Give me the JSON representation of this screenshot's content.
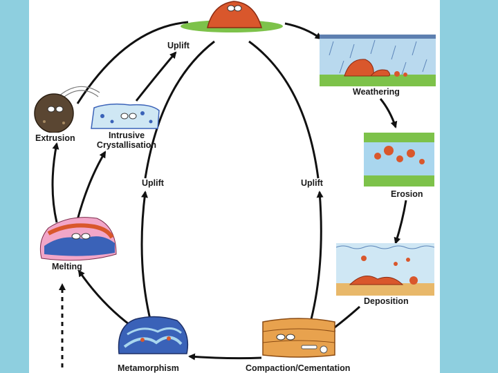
{
  "diagram": {
    "stages": {
      "weathering": "Weathering",
      "erosion": "Erosion",
      "deposition": "Deposition",
      "compaction": "Compaction/Cementation",
      "metamorphism": "Metamorphism",
      "melting": "Melting",
      "extrusion": "Extrusion",
      "intrusive": "Intrusive Crystallisation",
      "intrusive_line1": "Intrusive",
      "intrusive_line2": "Crystallisation"
    },
    "uplift_labels": [
      "Uplift",
      "Uplift",
      "Uplift"
    ],
    "colors": {
      "background_side": "#8ecfdf",
      "canvas": "#ffffff",
      "arrow": "#111111",
      "grass": "#7dc24a",
      "rock_orange": "#d9572c",
      "water": "#a9d6ee",
      "magma_blue": "#3a62b8",
      "sediment": "#d88a3a"
    },
    "icons": [
      "mountain-rock-icon",
      "weathering-rain-icon",
      "erosion-river-icon",
      "deposition-water-icon",
      "compaction-layers-icon",
      "metamorphic-rock-icon",
      "melting-rock-icon",
      "extrusion-rock-icon",
      "intrusive-crystal-icon"
    ]
  }
}
